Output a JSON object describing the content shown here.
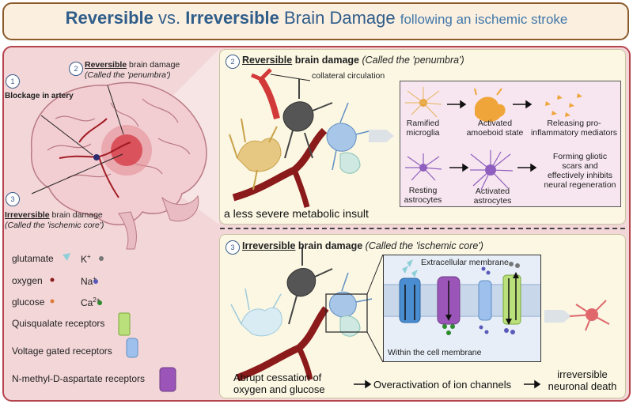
{
  "title": {
    "part1": "Reversible",
    "part2": " vs. ",
    "part3": "Irreversible",
    "part4": " Brain Damage ",
    "part5": "following an ischemic stroke"
  },
  "left": {
    "n1": "1",
    "blockage": "Blockage in artery",
    "n2": "2",
    "rev_word": "Reversible",
    "rev_rest": " brain damage",
    "rev_called": "(Called the 'penumbra')",
    "n3": "3",
    "irr_word": "Irreversible",
    "irr_rest": " brain damage",
    "irr_called": "(Called the 'ischemic core')"
  },
  "legend": {
    "glutamate": "glutamate",
    "k": "K",
    "k_sup": "+",
    "oxygen": "oxygen",
    "na": "Na",
    "na_sup": "+",
    "glucose": "glucose",
    "ca": "Ca",
    "ca_sup": "2+",
    "quis": "Quisqualate receptors",
    "vg": "Voltage gated receptors",
    "nmda": "N-methyl-D-aspartate receptors"
  },
  "top": {
    "n": "2",
    "word": "Reversible",
    "rest": " brain damage",
    "called": "(Called the 'penumbra')",
    "collateral": "collateral circulation",
    "insult": "a less severe metabolic insult",
    "ramified": "Ramified\nmicroglia",
    "activated_amoeboid": "Activated\namoeboid state",
    "releasing": "Releasing pro-\ninflammatory mediators",
    "resting": "Resting\nastrocytes",
    "activated_astro": "Activated\nastrocytes",
    "gliotic": "Forming gliotic\nscars and\neffectively inhibits\nneural regeneration"
  },
  "bottom": {
    "n": "3",
    "word": "Irreversible",
    "rest": " brain damage",
    "called": "(Called the 'ischemic core')",
    "extracellular": "Extracellular membrane",
    "within": "Within the cell membrane",
    "abrupt": "Abrupt cessation of\noxygen and glucose",
    "overactivation": "Overactivation of ion channels",
    "death": "irreversible\nneuronal death"
  },
  "colors": {
    "title_blue": "#2f5d8a",
    "panel_red": "#b5454d",
    "vessel_red": "#8b1a1a",
    "pink": "#f3d6d8",
    "cream": "#fbf7e3"
  }
}
